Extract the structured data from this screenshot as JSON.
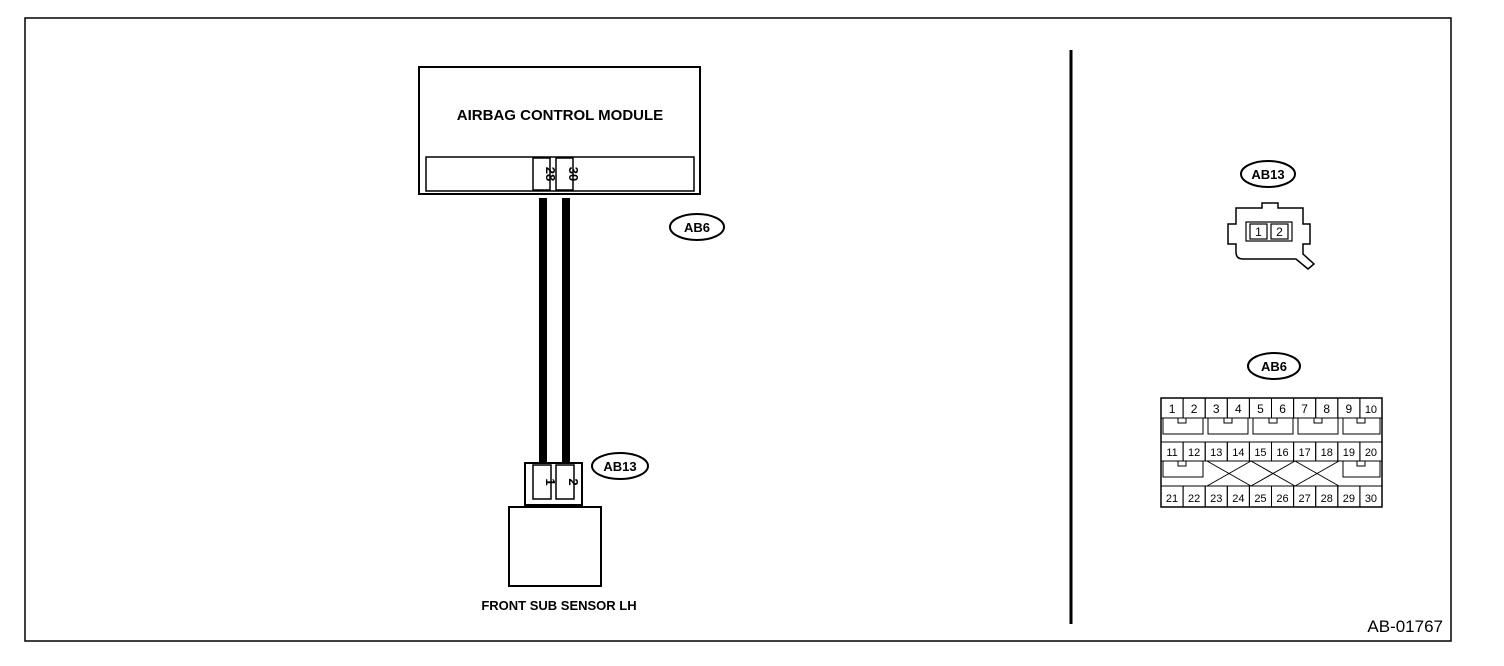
{
  "module": {
    "title": "AIRBAG CONTROL MODULE",
    "pins": [
      "28",
      "30"
    ]
  },
  "connectors": {
    "ab6": "AB6",
    "ab13": "AB13"
  },
  "sensor": {
    "title": "FRONT SUB SENSOR LH",
    "pins": [
      "1",
      "2"
    ]
  },
  "ab13_face": {
    "label": "AB13",
    "pins": [
      "1",
      "2"
    ]
  },
  "ab6_face": {
    "label": "AB6",
    "rows": [
      [
        "1",
        "2",
        "3",
        "4",
        "5",
        "6",
        "7",
        "8",
        "9",
        "10"
      ],
      [
        "11",
        "12",
        "13",
        "14",
        "15",
        "16",
        "17",
        "18",
        "19",
        "20"
      ],
      [
        "21",
        "22",
        "23",
        "24",
        "25",
        "26",
        "27",
        "28",
        "29",
        "30"
      ]
    ]
  },
  "figure_id": "AB-01767"
}
